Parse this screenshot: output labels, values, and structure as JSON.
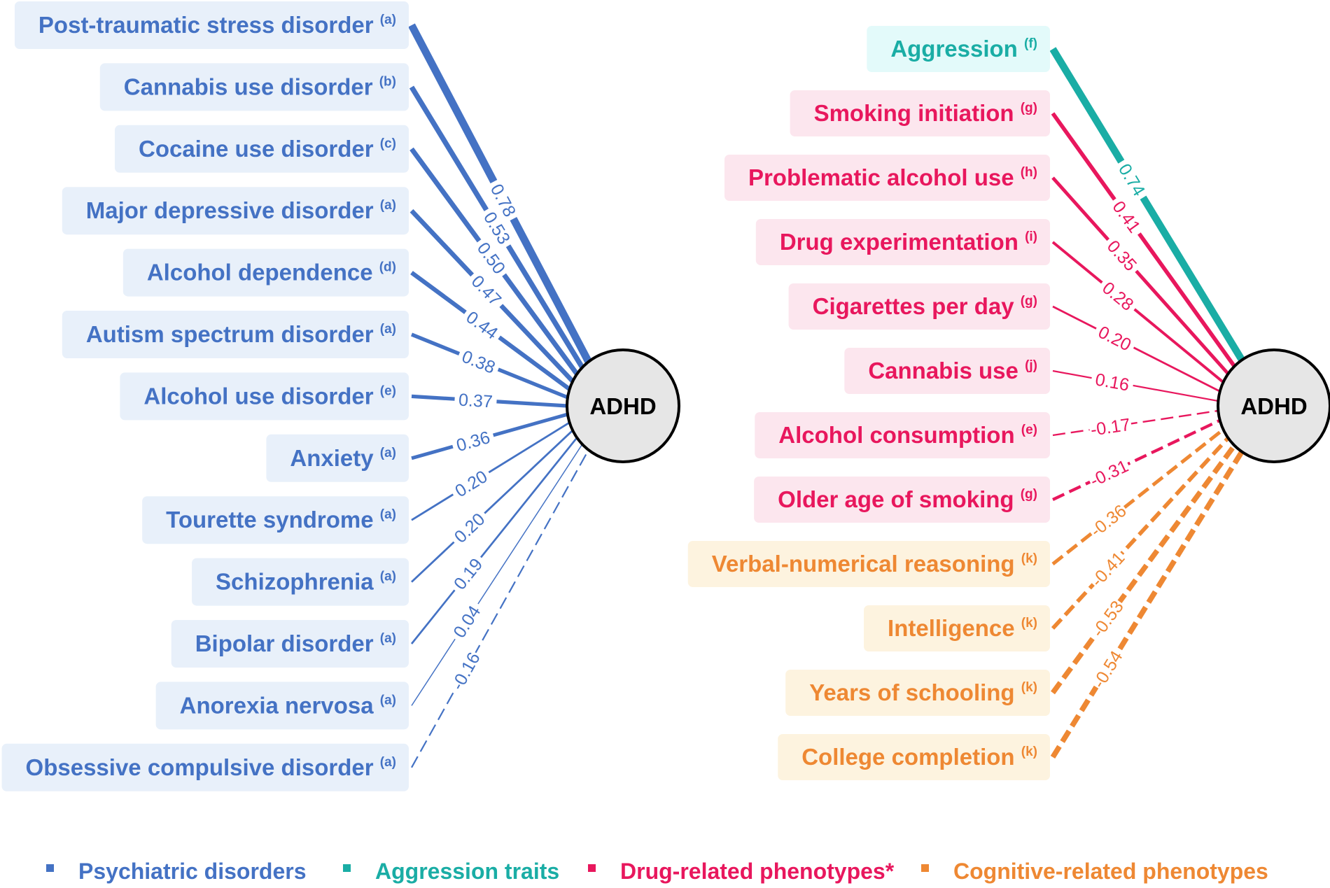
{
  "center_label": "ADHD",
  "colors": {
    "psychiatric": "#4472c4",
    "psychiatric_bg": "#e8f0fa",
    "aggression": "#1aada5",
    "aggression_bg": "#e3fafa",
    "drug": "#e8175d",
    "drug_bg": "#fce6ee",
    "cognitive": "#ee8833",
    "cognitive_bg": "#fdf3df",
    "node_fill": "#e6e6e6",
    "node_stroke": "#000000"
  },
  "left_panel": {
    "items": [
      {
        "label": "Post-traumatic stress disorder",
        "ref": "(a)",
        "value": "0.78",
        "category": "psychiatric"
      },
      {
        "label": "Cannabis use disorder",
        "ref": "(b)",
        "value": "0.53",
        "category": "psychiatric"
      },
      {
        "label": "Cocaine use disorder",
        "ref": "(c)",
        "value": "0.50",
        "category": "psychiatric"
      },
      {
        "label": "Major depressive disorder",
        "ref": "(a)",
        "value": "0.47",
        "category": "psychiatric"
      },
      {
        "label": "Alcohol dependence",
        "ref": "(d)",
        "value": "0.44",
        "category": "psychiatric"
      },
      {
        "label": "Autism spectrum disorder",
        "ref": "(a)",
        "value": "0.38",
        "category": "psychiatric"
      },
      {
        "label": "Alcohol use disorder",
        "ref": "(e)",
        "value": "0.37",
        "category": "psychiatric"
      },
      {
        "label": "Anxiety",
        "ref": "(a)",
        "value": "0.36",
        "category": "psychiatric"
      },
      {
        "label": "Tourette syndrome",
        "ref": "(a)",
        "value": "0.20",
        "category": "psychiatric"
      },
      {
        "label": "Schizophrenia",
        "ref": "(a)",
        "value": "0.20",
        "category": "psychiatric"
      },
      {
        "label": "Bipolar disorder",
        "ref": "(a)",
        "value": "0.19",
        "category": "psychiatric"
      },
      {
        "label": "Anorexia nervosa",
        "ref": "(a)",
        "value": "0.04",
        "category": "psychiatric"
      },
      {
        "label": "Obsessive compulsive disorder",
        "ref": "(a)",
        "value": "-0.16",
        "category": "psychiatric"
      }
    ]
  },
  "right_panel": {
    "items": [
      {
        "label": "Aggression",
        "ref": "(f)",
        "value": "0.74",
        "category": "aggression"
      },
      {
        "label": "Smoking initiation",
        "ref": "(g)",
        "value": "0.41",
        "category": "drug"
      },
      {
        "label": "Problematic alcohol use",
        "ref": "(h)",
        "value": "0.35",
        "category": "drug"
      },
      {
        "label": "Drug experimentation",
        "ref": "(i)",
        "value": "0.28",
        "category": "drug"
      },
      {
        "label": "Cigarettes per day",
        "ref": "(g)",
        "value": "0.20",
        "category": "drug"
      },
      {
        "label": "Cannabis use",
        "ref": "(j)",
        "value": "0.16",
        "category": "drug"
      },
      {
        "label": "Alcohol consumption",
        "ref": "(e)",
        "value": "-0.17",
        "category": "drug"
      },
      {
        "label": "Older age of smoking",
        "ref": "(g)",
        "value": "-0.31",
        "category": "drug"
      },
      {
        "label": "Verbal-numerical reasoning",
        "ref": "(k)",
        "value": "-0.36",
        "category": "cognitive"
      },
      {
        "label": "Intelligence",
        "ref": "(k)",
        "value": "-0.41",
        "category": "cognitive"
      },
      {
        "label": "Years of schooling",
        "ref": "(k)",
        "value": "-0.53",
        "category": "cognitive"
      },
      {
        "label": "College completion",
        "ref": "(k)",
        "value": "-0.54",
        "category": "cognitive"
      }
    ]
  },
  "legend": [
    {
      "label": "Psychiatric disorders",
      "category": "psychiatric"
    },
    {
      "label": "Aggression traits",
      "category": "aggression"
    },
    {
      "label": "Drug-related phenotypes*",
      "category": "drug"
    },
    {
      "label": "Cognitive-related phenotypes",
      "category": "cognitive"
    }
  ]
}
